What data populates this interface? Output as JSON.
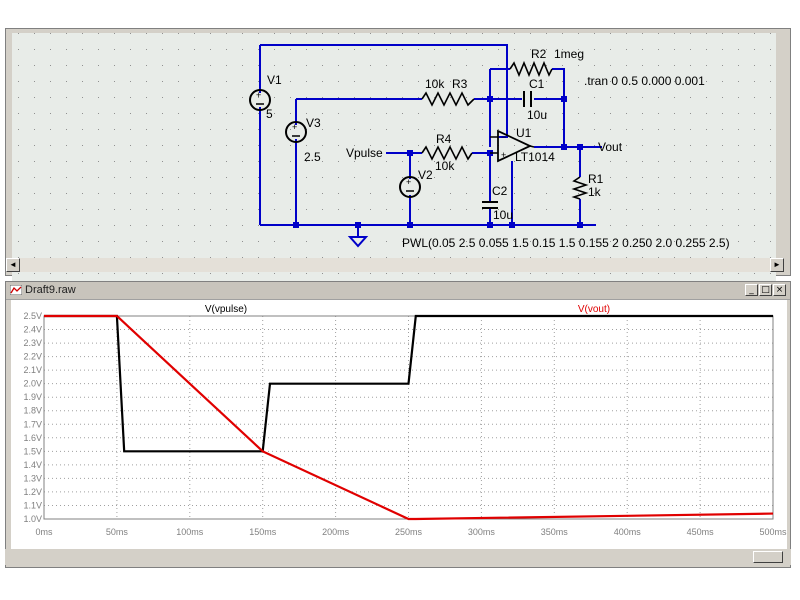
{
  "schematic": {
    "labels": {
      "v1": "V1",
      "v1_val": "5",
      "v3": "V3",
      "v3_val": "2.5",
      "v2": "V2",
      "r2": "R2",
      "r2_val": "1meg",
      "r3": "R3",
      "r3_val": "10k",
      "c1": "C1",
      "c1_val": "10u",
      "r4": "R4",
      "r4_val": "10k",
      "c2": "C2",
      "c2_val": "10u",
      "u1": "U1",
      "u1_part": "LT1014",
      "r1": "R1",
      "r1_val": "1k",
      "vpulse": "Vpulse",
      "vout": "Vout",
      "tran": ".tran 0 0.5 0.000 0.001",
      "pwl": "PWL(0.05 2.5 0.055 1.5 0.15 1.5 0.155 2 0.250 2.0 0.255 2.5)"
    },
    "scroll_left": "◄",
    "scroll_right": "►"
  },
  "wave_window": {
    "title": "Draft9.raw",
    "btn_min": "_",
    "btn_max": "□",
    "btn_close": "×"
  },
  "chart_data": {
    "type": "line",
    "x_unit": "ms",
    "y_unit": "V",
    "xlim": [
      0,
      500
    ],
    "ylim": [
      1.0,
      2.5
    ],
    "x_ticks": [
      "0ms",
      "50ms",
      "100ms",
      "150ms",
      "200ms",
      "250ms",
      "300ms",
      "350ms",
      "400ms",
      "450ms",
      "500ms"
    ],
    "y_ticks": [
      "2.5V",
      "2.4V",
      "2.3V",
      "2.2V",
      "2.1V",
      "2.0V",
      "1.9V",
      "1.8V",
      "1.7V",
      "1.6V",
      "1.5V",
      "1.4V",
      "1.3V",
      "1.2V",
      "1.1V",
      "1.0V"
    ],
    "series": [
      {
        "name": "V(vpulse)",
        "color": "#000000",
        "x": [
          0,
          50,
          55,
          150,
          155,
          250,
          255,
          500
        ],
        "y": [
          2.5,
          2.5,
          1.5,
          1.5,
          2.0,
          2.0,
          2.5,
          2.5
        ]
      },
      {
        "name": "V(vout)",
        "color": "#e00000",
        "x": [
          0,
          50,
          150,
          250,
          255,
          500
        ],
        "y": [
          2.5,
          2.5,
          1.5,
          1.0,
          1.0,
          1.04
        ]
      }
    ]
  }
}
